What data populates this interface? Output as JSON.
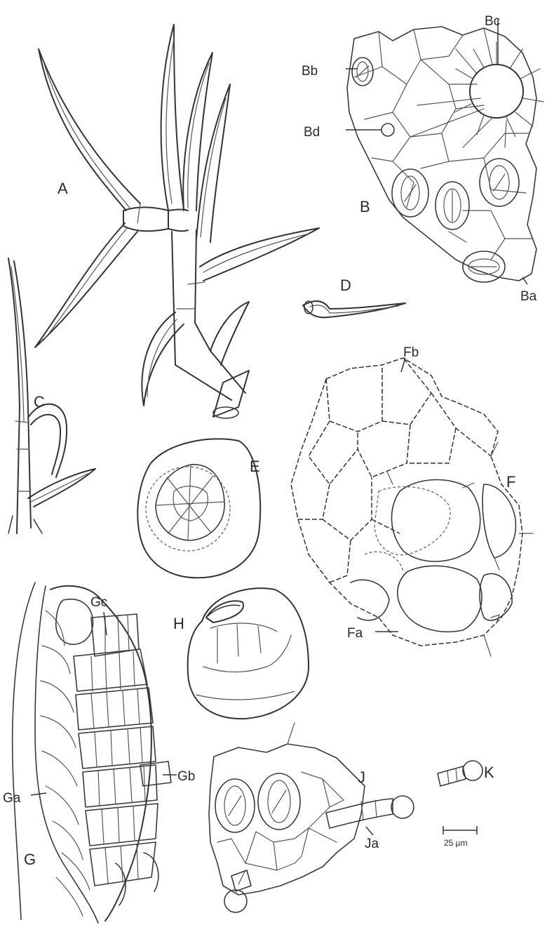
{
  "panels": {
    "A": "A",
    "B": "B",
    "C": "C",
    "D": "D",
    "E": "E",
    "F": "F",
    "G": "G",
    "H": "H",
    "J": "J",
    "K": "K"
  },
  "callouts": {
    "Ba": "Ba",
    "Bb": "Bb",
    "Bc": "Bc",
    "Bd": "Bd",
    "Fa": "Fa",
    "Fb": "Fb",
    "Ga": "Ga",
    "Gb": "Gb",
    "Gc": "Gc",
    "Ja": "Ja"
  },
  "scale_bar": {
    "label": "25 µm"
  },
  "colors": {
    "line": "#333333",
    "background": "#ffffff"
  }
}
